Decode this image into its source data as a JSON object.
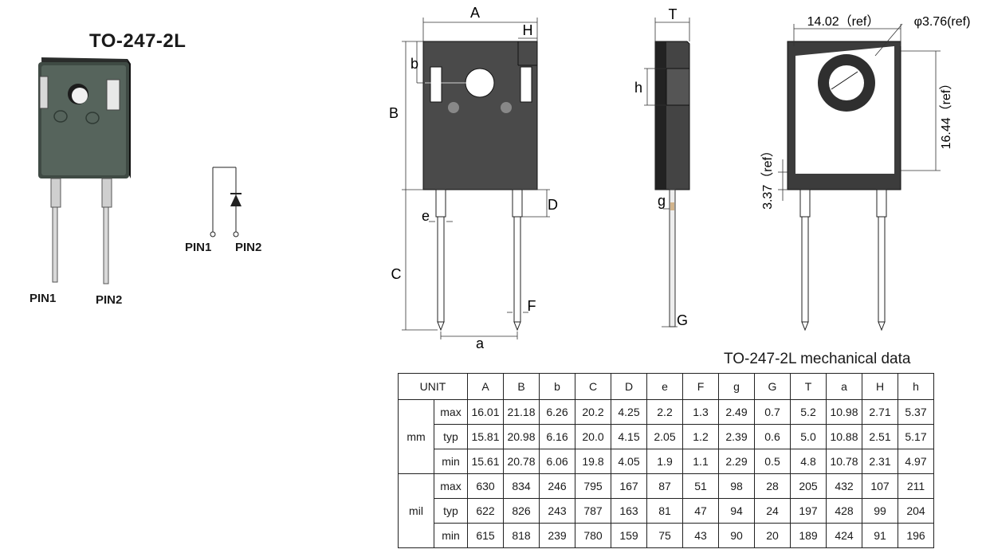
{
  "package_title": "TO-247-2L",
  "photo_pins": {
    "pin1": "PIN1",
    "pin2": "PIN2"
  },
  "schematic_pins": {
    "pin1": "PIN1",
    "pin2": "PIN2"
  },
  "dim_labels": {
    "A": "A",
    "H": "H",
    "B": "B",
    "b": "b",
    "C": "C",
    "D": "D",
    "e": "e",
    "F": "F",
    "a": "a",
    "T": "T",
    "h": "h",
    "g": "g",
    "G": "G"
  },
  "ref_labels": {
    "width": "14.02（ref）",
    "hole": "φ3.76(ref)",
    "height": "16.44（ref）",
    "bottom": "3.37（ref）"
  },
  "table_title": "TO-247-2L mechanical data",
  "table": {
    "unit_label": "UNIT",
    "columns": [
      "A",
      "B",
      "b",
      "C",
      "D",
      "e",
      "F",
      "g",
      "G",
      "T",
      "a",
      "H",
      "h"
    ],
    "groups": [
      {
        "unit": "mm",
        "rows": [
          {
            "label": "max",
            "values": [
              "16.01",
              "21.18",
              "6.26",
              "20.2",
              "4.25",
              "2.2",
              "1.3",
              "2.49",
              "0.7",
              "5.2",
              "10.98",
              "2.71",
              "5.37"
            ]
          },
          {
            "label": "typ",
            "values": [
              "15.81",
              "20.98",
              "6.16",
              "20.0",
              "4.15",
              "2.05",
              "1.2",
              "2.39",
              "0.6",
              "5.0",
              "10.88",
              "2.51",
              "5.17"
            ]
          },
          {
            "label": "min",
            "values": [
              "15.61",
              "20.78",
              "6.06",
              "19.8",
              "4.05",
              "1.9",
              "1.1",
              "2.29",
              "0.5",
              "4.8",
              "10.78",
              "2.31",
              "4.97"
            ]
          }
        ]
      },
      {
        "unit": "mil",
        "rows": [
          {
            "label": "max",
            "values": [
              "630",
              "834",
              "246",
              "795",
              "167",
              "87",
              "51",
              "98",
              "28",
              "205",
              "432",
              "107",
              "211"
            ]
          },
          {
            "label": "typ",
            "values": [
              "622",
              "826",
              "243",
              "787",
              "163",
              "81",
              "47",
              "94",
              "24",
              "197",
              "428",
              "99",
              "204"
            ]
          },
          {
            "label": "min",
            "values": [
              "615",
              "818",
              "239",
              "780",
              "159",
              "75",
              "43",
              "90",
              "20",
              "189",
              "424",
              "91",
              "196"
            ]
          }
        ]
      }
    ]
  }
}
